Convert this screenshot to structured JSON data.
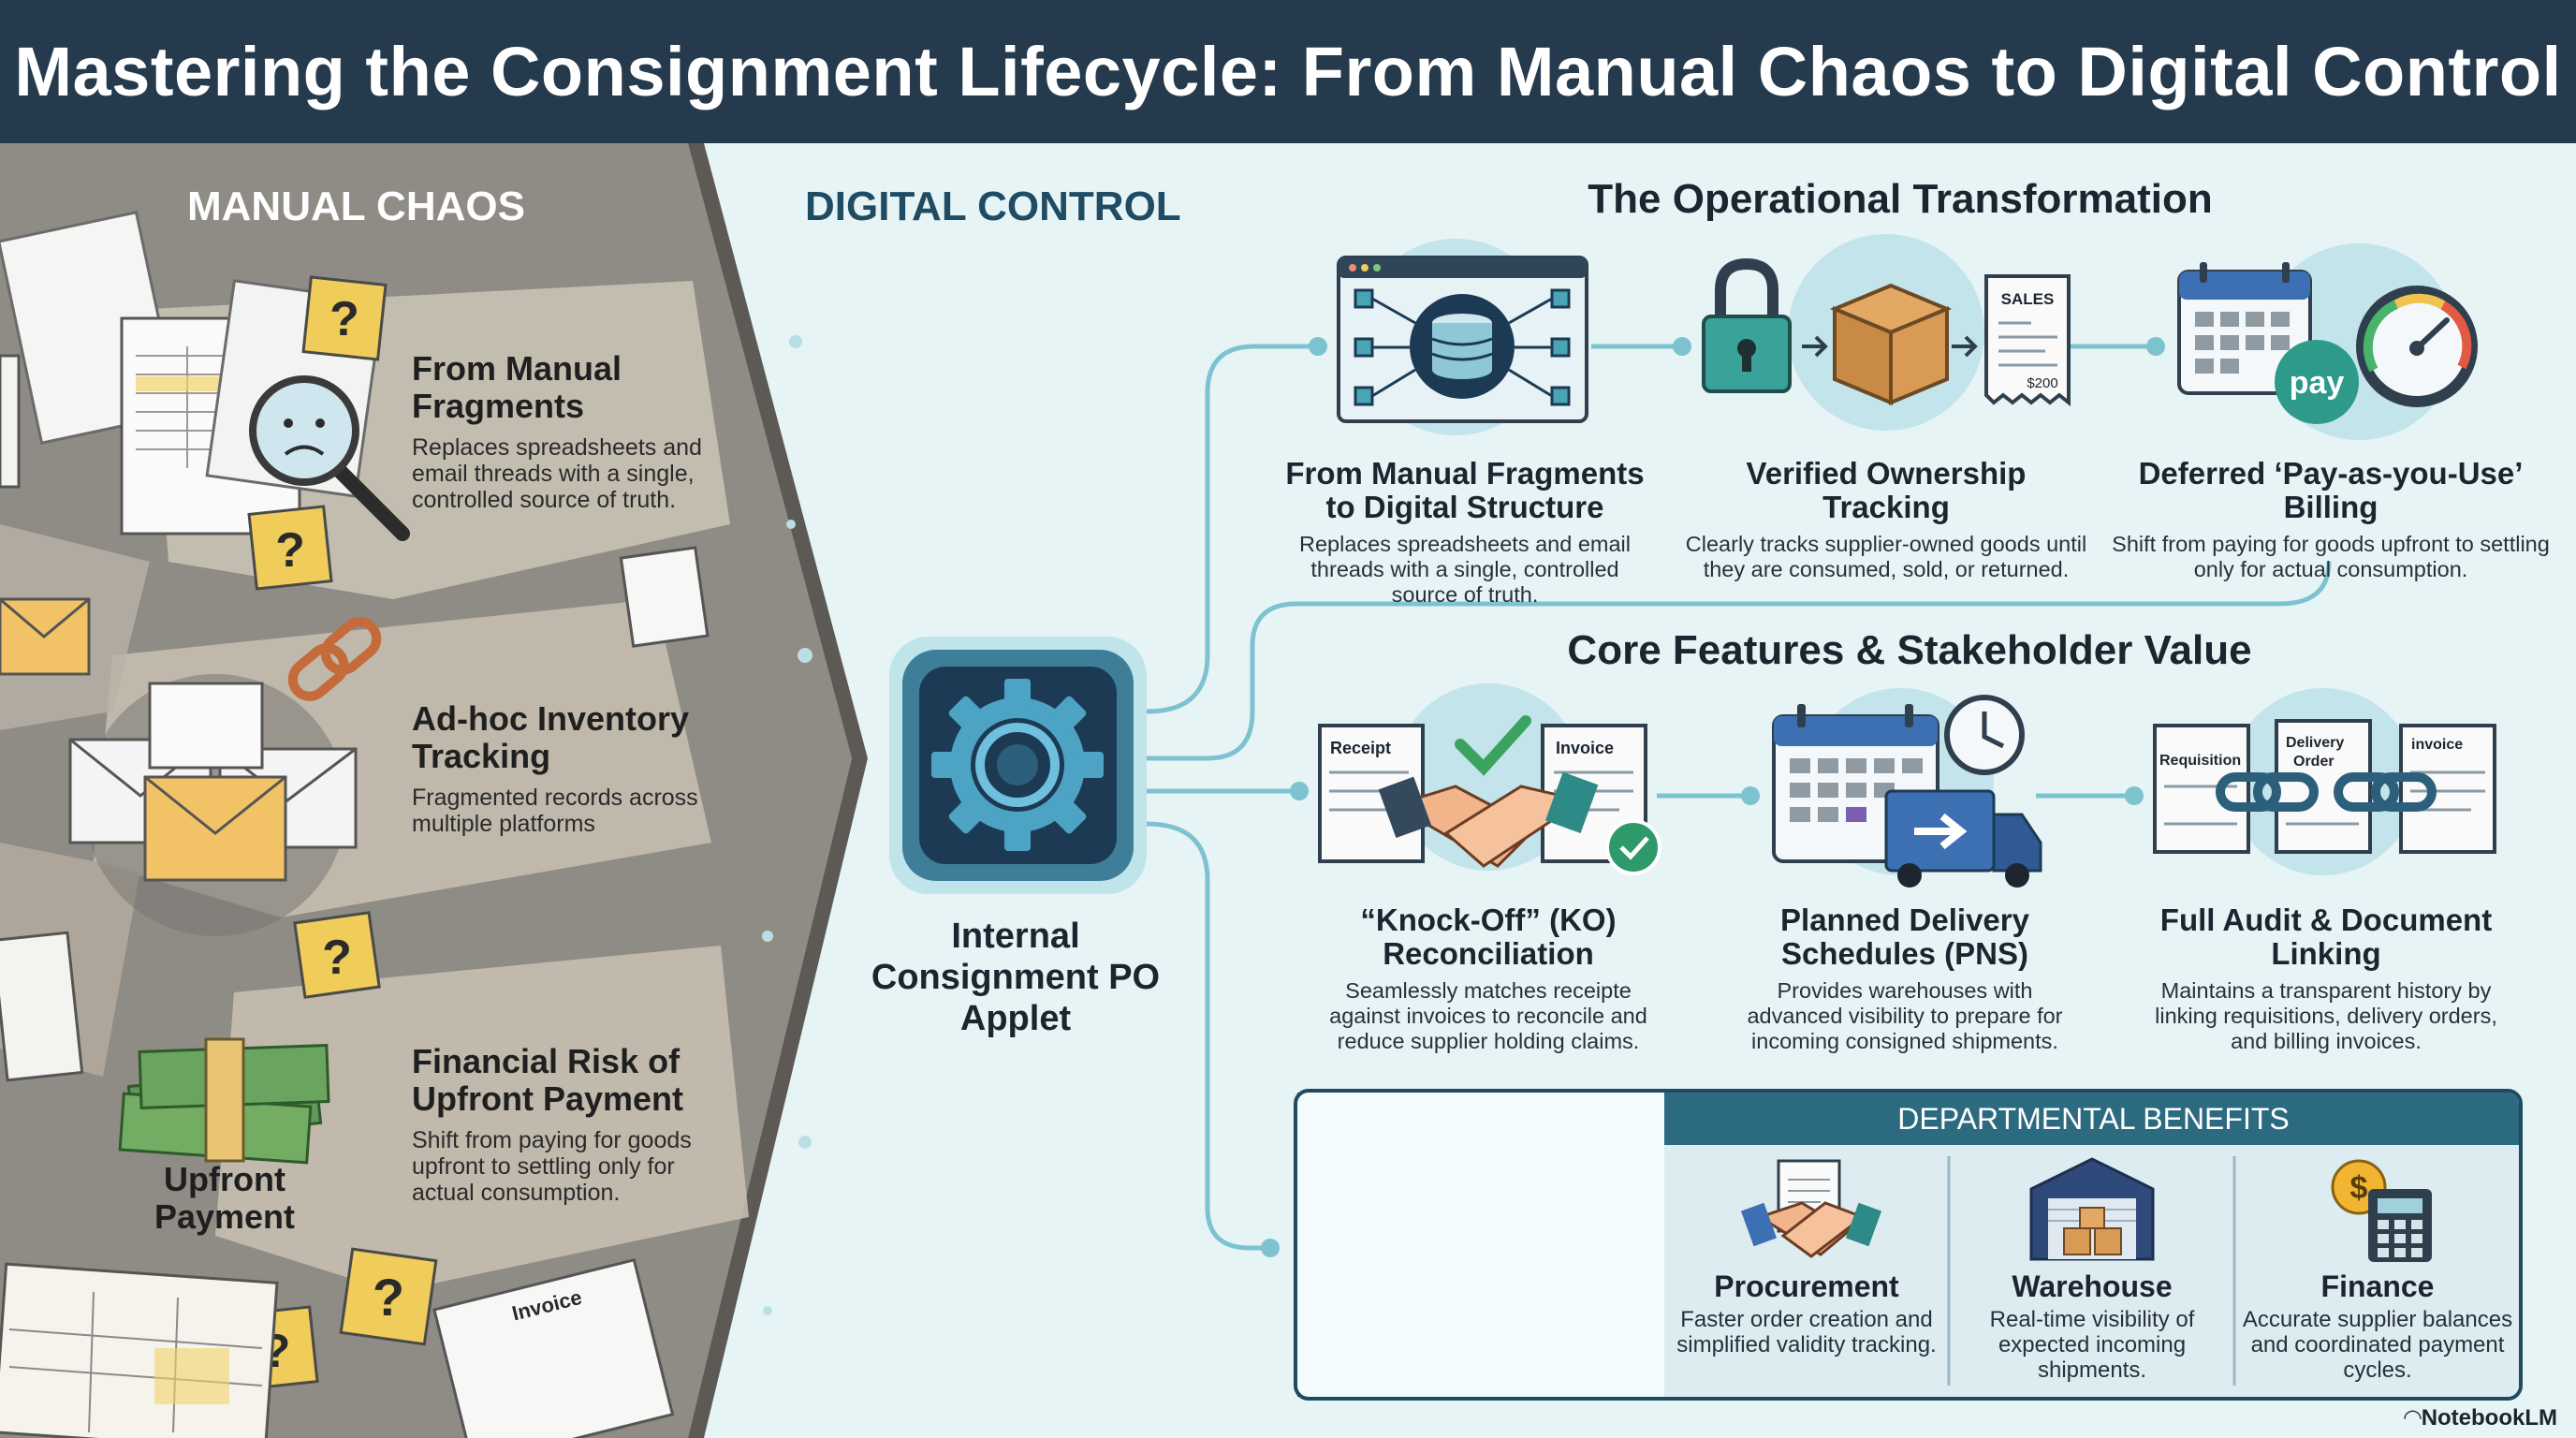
{
  "title": "Mastering the Consignment Lifecycle: From Manual Chaos to Digital Control",
  "chaos": {
    "title": "MANUAL CHAOS",
    "items": [
      {
        "heading": "From Manual Fragments",
        "text": "Replaces spreadsheets and email threads with a single, controlled source of truth."
      },
      {
        "heading": "Ad-hoc Inventory Tracking",
        "text": "Fragmented records across multiple platforms"
      },
      {
        "heading": "Financial Risk of Upfront Payment",
        "text": "Shift from paying for goods upfront to settling only for actual consumption."
      }
    ],
    "upfront_label": "Upfront Payment",
    "doc_labels": {
      "invoice": "Invoice"
    }
  },
  "digital": {
    "title": "DIGITAL CONTROL",
    "applet_label": "Internal Consignment PO Applet",
    "ops_title": "The Operational Transformation",
    "ops": [
      {
        "heading": "From Manual Fragments to Digital Structure",
        "text": "Replaces spreadsheets and email threads with a single, controlled source of truth."
      },
      {
        "heading": "Verified Ownership Tracking",
        "text": "Clearly tracks supplier-owned goods until they are consumed, sold, or returned."
      },
      {
        "heading": "Deferred ‘Pay-as-you-Use’ Billing",
        "text": "Shift from paying for goods upfront to settling only for actual consumption."
      }
    ],
    "ops_icon_labels": {
      "sales": "SALES",
      "amount": "$200",
      "pay": "pay"
    },
    "core_title": "Core Features & Stakeholder Value",
    "core": [
      {
        "heading": "“Knock-Off” (KO) Reconciliation",
        "text": "Seamlessly matches receipte against invoices to reconcile and reduce supplier holding claims."
      },
      {
        "heading": "Planned Delivery Schedules (PNS)",
        "text": "Provides warehouses with advanced visibility to prepare for incoming consigned shipments."
      },
      {
        "heading": "Full Audit & Document Linking",
        "text": "Maintains a transparent history by linking requisitions, delivery orders, and billing invoices."
      }
    ],
    "core_icon_labels": {
      "receipt": "Receipt",
      "invoice_a": "Invoice",
      "requisition": "Requisition",
      "delivery": "Delivery",
      "order": "Order",
      "invoice_b": "invoice"
    },
    "benefits": {
      "title": "DEPARTMENTAL BENEFITS",
      "items": [
        {
          "heading": "Procurement",
          "text": "Faster order creation and simplified validity tracking."
        },
        {
          "heading": "Warehouse",
          "text": "Real-time visibility of expected incoming shipments."
        },
        {
          "heading": "Finance",
          "text": "Accurate supplier balances and coordinated payment cycles."
        }
      ]
    }
  },
  "brand": "NotebookLM",
  "colors": {
    "header": "#253a4c",
    "chaos": "#8a8680",
    "teal": "#2c6a80",
    "accent": "#f0cc5a",
    "background": "#e7f4f6"
  }
}
